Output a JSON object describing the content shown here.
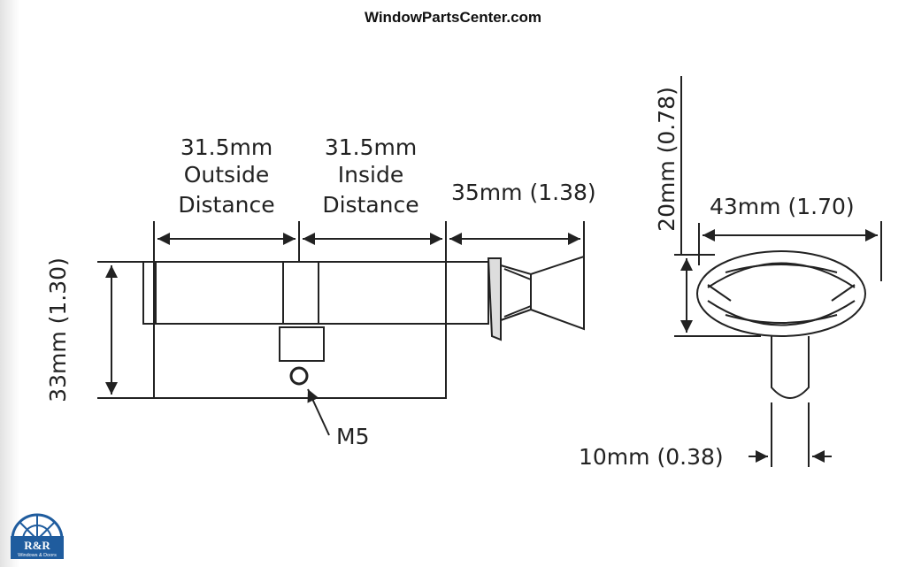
{
  "header": {
    "site_title": "WindowPartsCenter.com"
  },
  "labels": {
    "outside_value": "31.5mm",
    "outside_line1": "Outside",
    "outside_line2": "Distance",
    "inside_value": "31.5mm",
    "inside_line1": "Inside",
    "inside_line2": "Distance",
    "knob_length": "35mm (1.38)",
    "height": "33mm (1.30)",
    "screw": "M5",
    "knob_thickness": "20mm (0.78)",
    "knob_width": "43mm (1.70)",
    "stem_width": "10mm (0.38)"
  },
  "logo": {
    "initials": "R&R",
    "tagline": "Windows & Doors"
  },
  "colors": {
    "line": "#222222",
    "logo_blue": "#1f5c9e"
  }
}
